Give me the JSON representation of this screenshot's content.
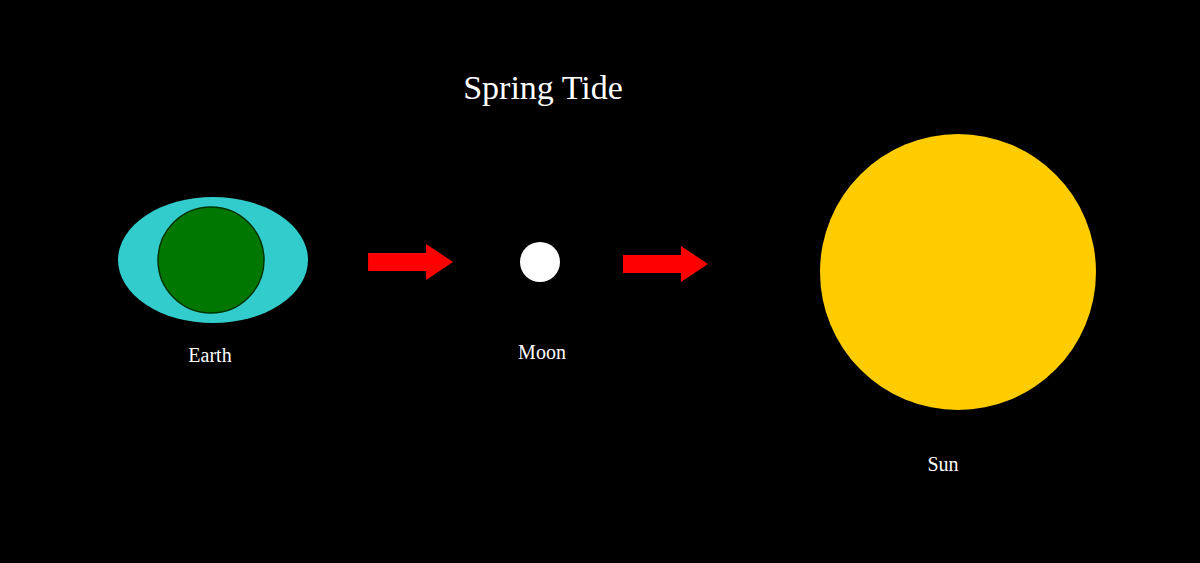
{
  "diagram": {
    "title": "Spring Tide",
    "nodes": [
      {
        "text": [
          "Earth"
        ]
      },
      {
        "text": [
          "Moon"
        ]
      },
      {
        "text": [
          "Sun"
        ]
      }
    ],
    "edges": [
      {
        "from": 0,
        "to": 1,
        "arrow": "to"
      },
      {
        "from": 1,
        "to": 2,
        "arrow": "to"
      }
    ]
  }
}
